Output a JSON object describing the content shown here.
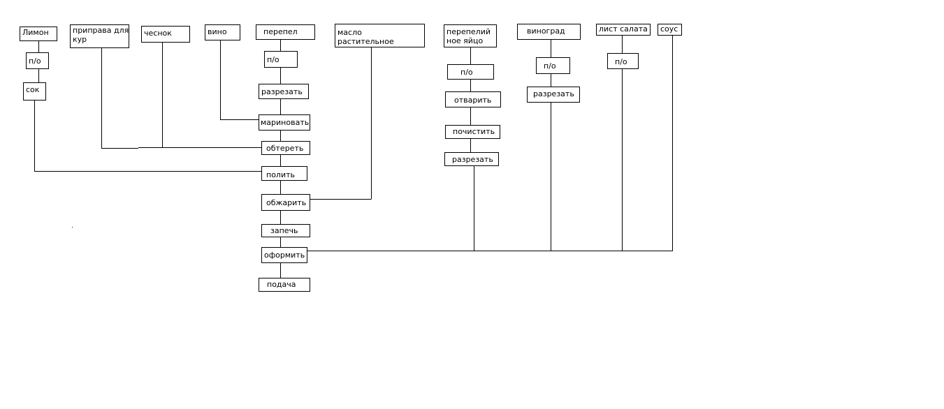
{
  "boxes": {
    "lemon": "Лимон",
    "lemon_po": "п/о",
    "juice": "сок",
    "chicken_seasoning": "приправа для\nкур",
    "garlic": "чеснок",
    "wine": "вино",
    "quail": "перепел",
    "quail_po": "п/о",
    "cut_quail": "разрезать",
    "marinate": "мариновать",
    "rub": "обтереть",
    "pour": "полить",
    "fry": "обжарить",
    "bake": "запечь",
    "decorate": "оформить",
    "serve": "подача",
    "vegetable_oil": "масло\nрастительное",
    "quail_egg": "перепелий\nное яйцо",
    "egg_po": "п/о",
    "boil": "отварить",
    "peel": "почистить",
    "cut_egg": "разрезать",
    "grapes": "виноград",
    "grapes_po": "п/о",
    "cut_grapes": "разрезать",
    "lettuce": "лист салата",
    "lettuce_po": "п/о",
    "sauce": "соус"
  },
  "colors": {
    "line": "#000000",
    "box_border": "#000000",
    "background": "#ffffff"
  }
}
